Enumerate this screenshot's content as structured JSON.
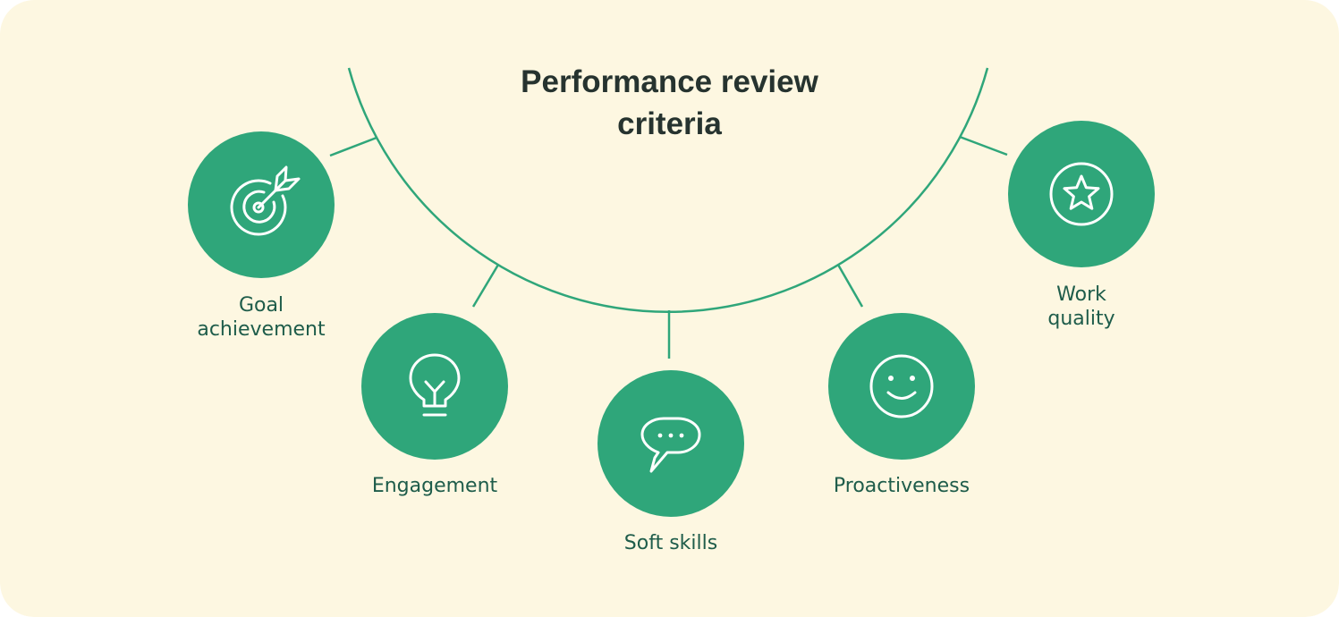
{
  "title": {
    "line1": "Performance review",
    "line2": "criteria"
  },
  "colors": {
    "background": "#fdf7e1",
    "accent": "#2fa67a",
    "connector": "#2fa67a",
    "icon_stroke": "#ffffff",
    "title_text": "#26332f",
    "label_text": "#1e5c4a"
  },
  "nodes": [
    {
      "id": "goal-achievement",
      "icon": "target-arrow-icon",
      "label_lines": [
        "Goal",
        "achievement"
      ]
    },
    {
      "id": "engagement",
      "icon": "lightbulb-icon",
      "label_lines": [
        "Engagement"
      ]
    },
    {
      "id": "soft-skills",
      "icon": "speech-bubble-icon",
      "label_lines": [
        "Soft skills"
      ]
    },
    {
      "id": "proactiveness",
      "icon": "smiley-face-icon",
      "label_lines": [
        "Proactiveness"
      ]
    },
    {
      "id": "work-quality",
      "icon": "star-badge-icon",
      "label_lines": [
        "Work",
        "quality"
      ]
    }
  ]
}
